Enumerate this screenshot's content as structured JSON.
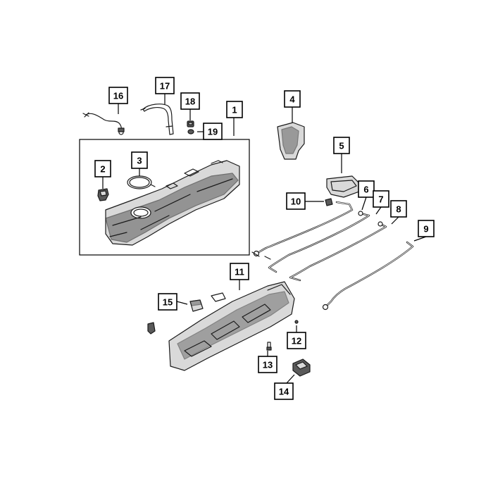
{
  "diagram": {
    "callouts": [
      {
        "id": "c16",
        "label": "16"
      },
      {
        "id": "c17",
        "label": "17"
      },
      {
        "id": "c18",
        "label": "18"
      },
      {
        "id": "c19",
        "label": "19"
      },
      {
        "id": "c1",
        "label": "1"
      },
      {
        "id": "c2",
        "label": "2"
      },
      {
        "id": "c3",
        "label": "3"
      },
      {
        "id": "c4",
        "label": "4"
      },
      {
        "id": "c5",
        "label": "5"
      },
      {
        "id": "c6",
        "label": "6"
      },
      {
        "id": "c7",
        "label": "7"
      },
      {
        "id": "c8",
        "label": "8"
      },
      {
        "id": "c9",
        "label": "9"
      },
      {
        "id": "c10",
        "label": "10"
      },
      {
        "id": "c11",
        "label": "11"
      },
      {
        "id": "c12",
        "label": "12"
      },
      {
        "id": "c13",
        "label": "13"
      },
      {
        "id": "c14",
        "label": "14"
      },
      {
        "id": "c15",
        "label": "15"
      }
    ]
  }
}
